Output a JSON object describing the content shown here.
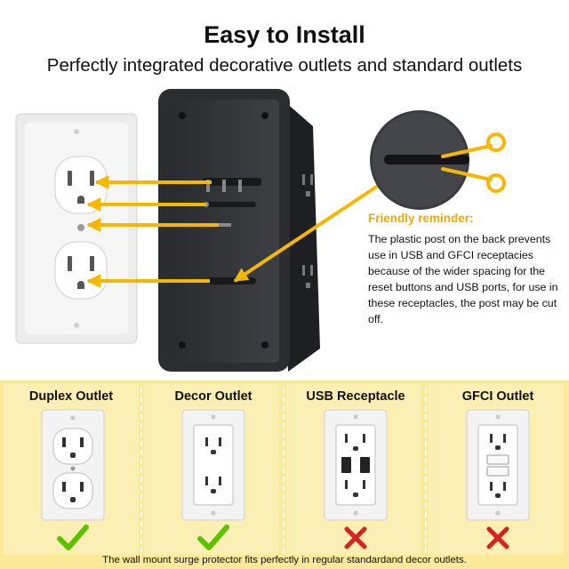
{
  "header": {
    "title": "Easy to Install",
    "subtitle": "Perfectly integrated decorative outlets and standard outlets"
  },
  "reminder": {
    "title": "Friendly reminder:",
    "body": "The plastic post on the back prevents use in USB and GFCI receptacies because of the wider spacing for the reset buttons and USB ports, for use in these receptacles, the post may be cut off."
  },
  "colors": {
    "accent_yellow": "#f5b800",
    "check_green": "#5cc100",
    "cross_red": "#d8231c",
    "panel_background": "#fcefb3"
  },
  "icons": {
    "scissors": "scissors-icon",
    "check": "check-icon",
    "cross": "cross-icon"
  },
  "compatibility": [
    {
      "label": "Duplex Outlet",
      "status": "compatible"
    },
    {
      "label": "Decor Outlet",
      "status": "compatible"
    },
    {
      "label": "USB Receptacle",
      "status": "not-compatible"
    },
    {
      "label": "GFCI Outlet",
      "status": "not-compatible"
    }
  ],
  "footer": "The wall mount surge protector fits perfectly in regular standardand decor outlets."
}
